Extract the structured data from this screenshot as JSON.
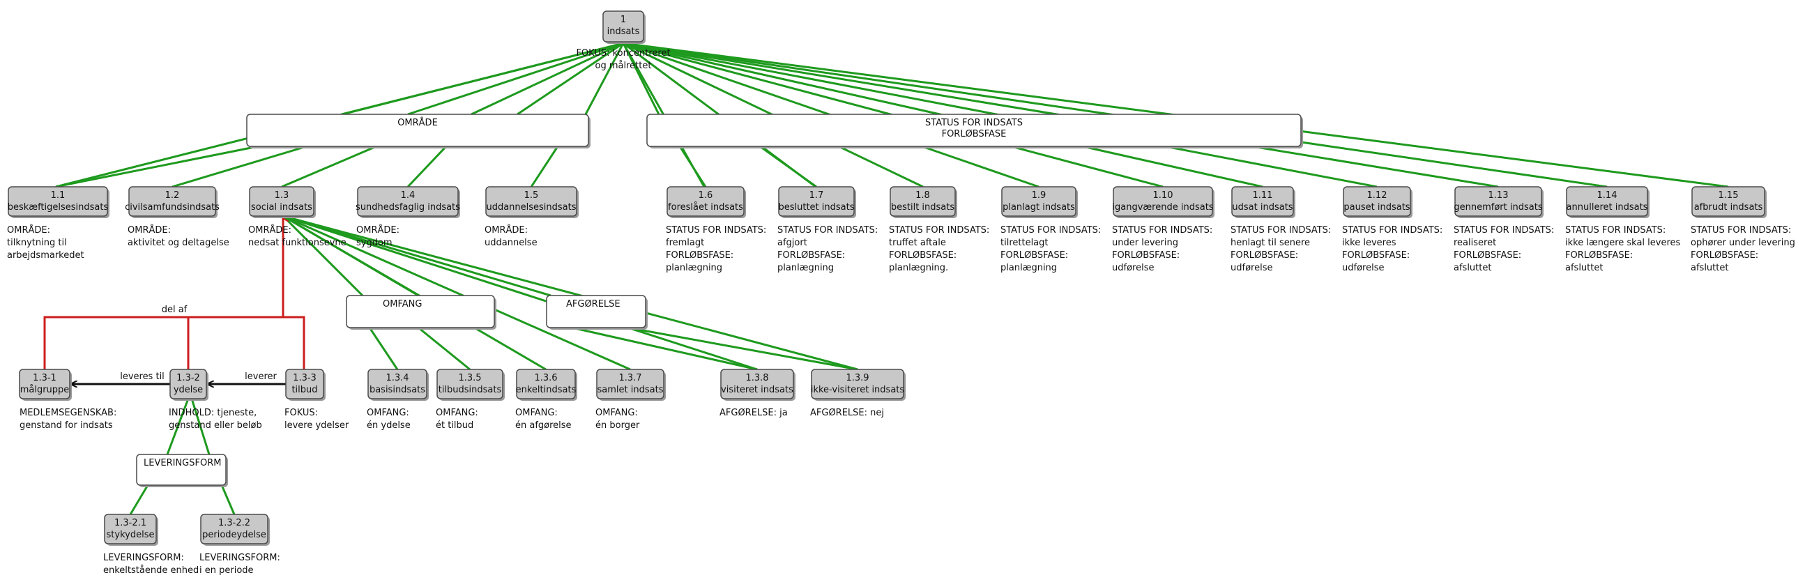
{
  "root": {
    "id": "1",
    "label": "indsats",
    "note": [
      "FOKUS: koncentreret",
      "og målrettet"
    ]
  },
  "groups": {
    "omraade": [
      "OMRÅDE"
    ],
    "status": [
      "STATUS FOR INDSATS",
      "FORLØBSFASE"
    ],
    "omfang": [
      "OMFANG"
    ],
    "afgoerelse": [
      "AFGØRELSE"
    ],
    "leveringsform": [
      "LEVERINGSFORM"
    ]
  },
  "nodes": [
    {
      "key": "n1_1",
      "id": "1.1",
      "label": "beskæftigelsesindsats",
      "note": [
        "OMRÅDE:",
        "tilknytning til",
        "arbejdsmarkedet"
      ]
    },
    {
      "key": "n1_2",
      "id": "1.2",
      "label": "civilsamfundsindsats",
      "note": [
        "OMRÅDE:",
        "aktivitet og deltagelse"
      ]
    },
    {
      "key": "n1_3",
      "id": "1.3",
      "label": "social indsats",
      "note": [
        "OMRÅDE:",
        "nedsat funktionsevne"
      ]
    },
    {
      "key": "n1_4",
      "id": "1.4",
      "label": "sundhedsfaglig indsats",
      "note": [
        "OMRÅDE:",
        "sygdom"
      ]
    },
    {
      "key": "n1_5",
      "id": "1.5",
      "label": "uddannelsesindsats",
      "note": [
        "OMRÅDE:",
        "uddannelse"
      ]
    },
    {
      "key": "n1_6",
      "id": "1.6",
      "label": "foreslået indsats",
      "note": [
        "STATUS FOR INDSATS:",
        "fremlagt",
        "FORLØBSFASE:",
        "planlægning"
      ]
    },
    {
      "key": "n1_7",
      "id": "1.7",
      "label": "besluttet indsats",
      "note": [
        "STATUS FOR INDSATS:",
        "afgjort",
        "FORLØBSFASE:",
        "planlægning"
      ]
    },
    {
      "key": "n1_8",
      "id": "1.8",
      "label": "bestilt indsats",
      "note": [
        "STATUS FOR INDSATS:",
        "truffet aftale",
        "FORLØBSFASE:",
        "planlægning."
      ]
    },
    {
      "key": "n1_9",
      "id": "1.9",
      "label": "planlagt indsats",
      "note": [
        "STATUS FOR INDSATS:",
        "tilrettelagt",
        "FORLØBSFASE:",
        "planlægning"
      ]
    },
    {
      "key": "n1_10",
      "id": "1.10",
      "label": "igangværende indsats",
      "note": [
        "STATUS FOR INDSATS:",
        "under levering",
        "FORLØBSFASE:",
        "udførelse"
      ]
    },
    {
      "key": "n1_11",
      "id": "1.11",
      "label": "udsat indsats",
      "note": [
        "STATUS FOR INDSATS:",
        "henlagt til senere",
        "FORLØBSFASE:",
        "udførelse"
      ]
    },
    {
      "key": "n1_12",
      "id": "1.12",
      "label": "pauset indsats",
      "note": [
        "STATUS FOR INDSATS:",
        "ikke leveres",
        "FORLØBSFASE:",
        "udførelse"
      ]
    },
    {
      "key": "n1_13",
      "id": "1.13",
      "label": "gennemført indsats",
      "note": [
        "STATUS FOR INDSATS:",
        "realiseret",
        "FORLØBSFASE:",
        "afsluttet"
      ]
    },
    {
      "key": "n1_14",
      "id": "1.14",
      "label": "annulleret indsats",
      "note": [
        "STATUS FOR INDSATS:",
        "ikke længere skal leveres",
        "FORLØBSFASE:",
        "afsluttet"
      ]
    },
    {
      "key": "n1_15",
      "id": "1.15",
      "label": "afbrudt indsats",
      "note": [
        "STATUS FOR INDSATS:",
        "ophører under levering",
        "FORLØBSFASE:",
        "afsluttet"
      ]
    },
    {
      "key": "n1_3_1",
      "id": "1.3-1",
      "label": "målgruppe",
      "note": [
        "MEDLEMSEGENSKAB:",
        "genstand for indsats"
      ]
    },
    {
      "key": "n1_3_2",
      "id": "1.3-2",
      "label": "ydelse",
      "note": [
        "INDHOLD: tjeneste,",
        "genstand eller beløb"
      ]
    },
    {
      "key": "n1_3_3",
      "id": "1.3-3",
      "label": "tilbud",
      "note": [
        "FOKUS:",
        "levere ydelser"
      ]
    },
    {
      "key": "n1_3_4",
      "id": "1.3.4",
      "label": "basisindsats",
      "note": [
        "OMFANG:",
        "én ydelse"
      ]
    },
    {
      "key": "n1_3_5",
      "id": "1.3.5",
      "label": "tilbudsindsats",
      "note": [
        "OMFANG:",
        "ét tilbud"
      ]
    },
    {
      "key": "n1_3_6",
      "id": "1.3.6",
      "label": "enkeltindsats",
      "note": [
        "OMFANG:",
        "én afgørelse"
      ]
    },
    {
      "key": "n1_3_7",
      "id": "1.3.7",
      "label": "samlet indsats",
      "note": [
        "OMFANG:",
        "én borger"
      ]
    },
    {
      "key": "n1_3_8",
      "id": "1.3.8",
      "label": "visiteret indsats",
      "note": [
        "AFGØRELSE: ja"
      ]
    },
    {
      "key": "n1_3_9",
      "id": "1.3.9",
      "label": "ikke-visiteret indsats",
      "note": [
        "AFGØRELSE: nej"
      ]
    },
    {
      "key": "n1_3_2_1",
      "id": "1.3-2.1",
      "label": "stykydelse",
      "note": [
        "LEVERINGSFORM:",
        "enkeltstående enhed"
      ]
    },
    {
      "key": "n1_3_2_2",
      "id": "1.3-2.2",
      "label": "periodeydelse",
      "note": [
        "LEVERINGSFORM:",
        "i en periode"
      ]
    }
  ],
  "edge_labels": {
    "del_af": "del af",
    "leveres_til": "leveres til",
    "leverer": "leverer"
  },
  "colors": {
    "specialization": "#1e9a1e",
    "part_of": "#cc1e1e",
    "association": "#111111",
    "node_fill": "#c8c8c8",
    "group_fill": "#ffffff"
  }
}
